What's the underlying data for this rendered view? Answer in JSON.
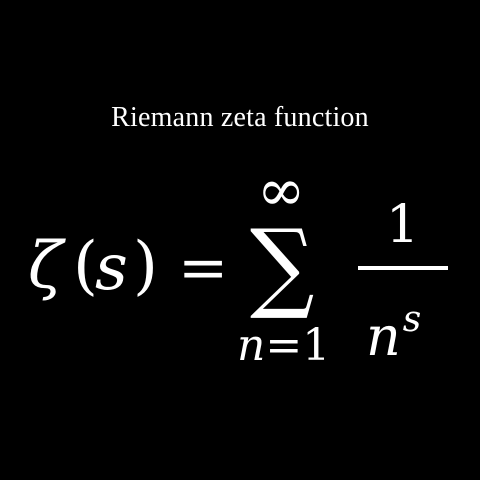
{
  "title": "Riemann zeta function",
  "formula": {
    "lhs": {
      "zeta": "ζ",
      "open_paren": "(",
      "variable": "s",
      "close_paren": ")"
    },
    "equals": "=",
    "sum": {
      "upper": "∞",
      "symbol": "∑",
      "lower_var": "n",
      "lower_eq": "=",
      "lower_val": "1"
    },
    "fraction": {
      "numerator": "1",
      "denominator_base": "n",
      "denominator_exp": "s"
    }
  },
  "colors": {
    "background": "#000000",
    "text": "#ffffff"
  }
}
